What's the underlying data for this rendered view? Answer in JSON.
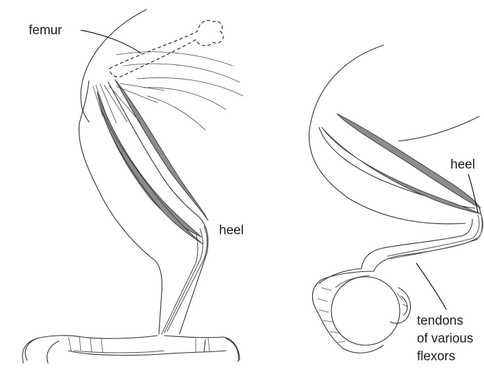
{
  "labels": {
    "femur": "femur",
    "heel_left": "heel",
    "heel_right": "heel",
    "tendons_line1": "tendons",
    "tendons_line2": "of various",
    "tendons_line3": "flexors"
  }
}
